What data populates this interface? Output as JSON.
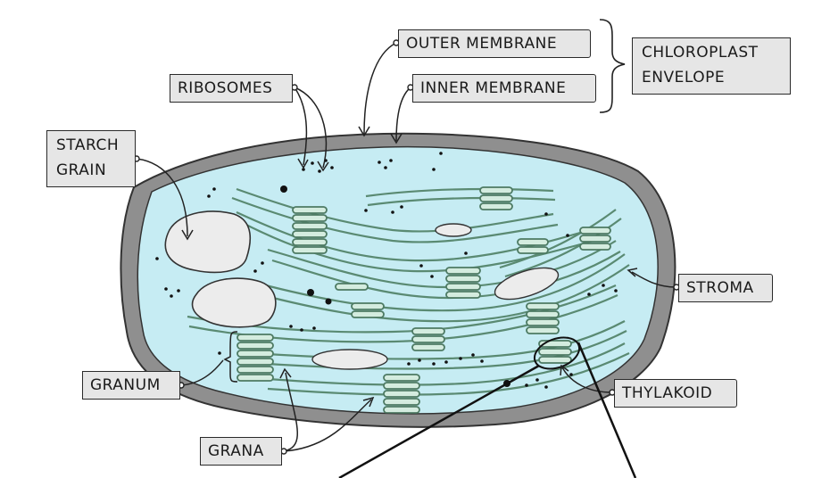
{
  "labels": {
    "outer_membrane": "OUTER MEMBRANE",
    "inner_membrane": "INNER MEMBRANE",
    "chloroplast_envelope": [
      "CHLOROPLAST",
      "ENVELOPE"
    ],
    "ribosomes": "RIBOSOMES",
    "starch_grain": [
      "STARCH",
      "GRAIN"
    ],
    "stroma": "STROMA",
    "granum": "GRANUM",
    "thylakoid": "THYLAKOID",
    "grana": "GRANA"
  },
  "colors": {
    "stroma_fill": "#c6ecf3",
    "membrane_gray": "#8f8f8f",
    "thylakoid_green": "#5a8a72",
    "starch_fill": "#ececec",
    "label_fill": "#e6e6e6",
    "outline": "#2a2a2a"
  }
}
